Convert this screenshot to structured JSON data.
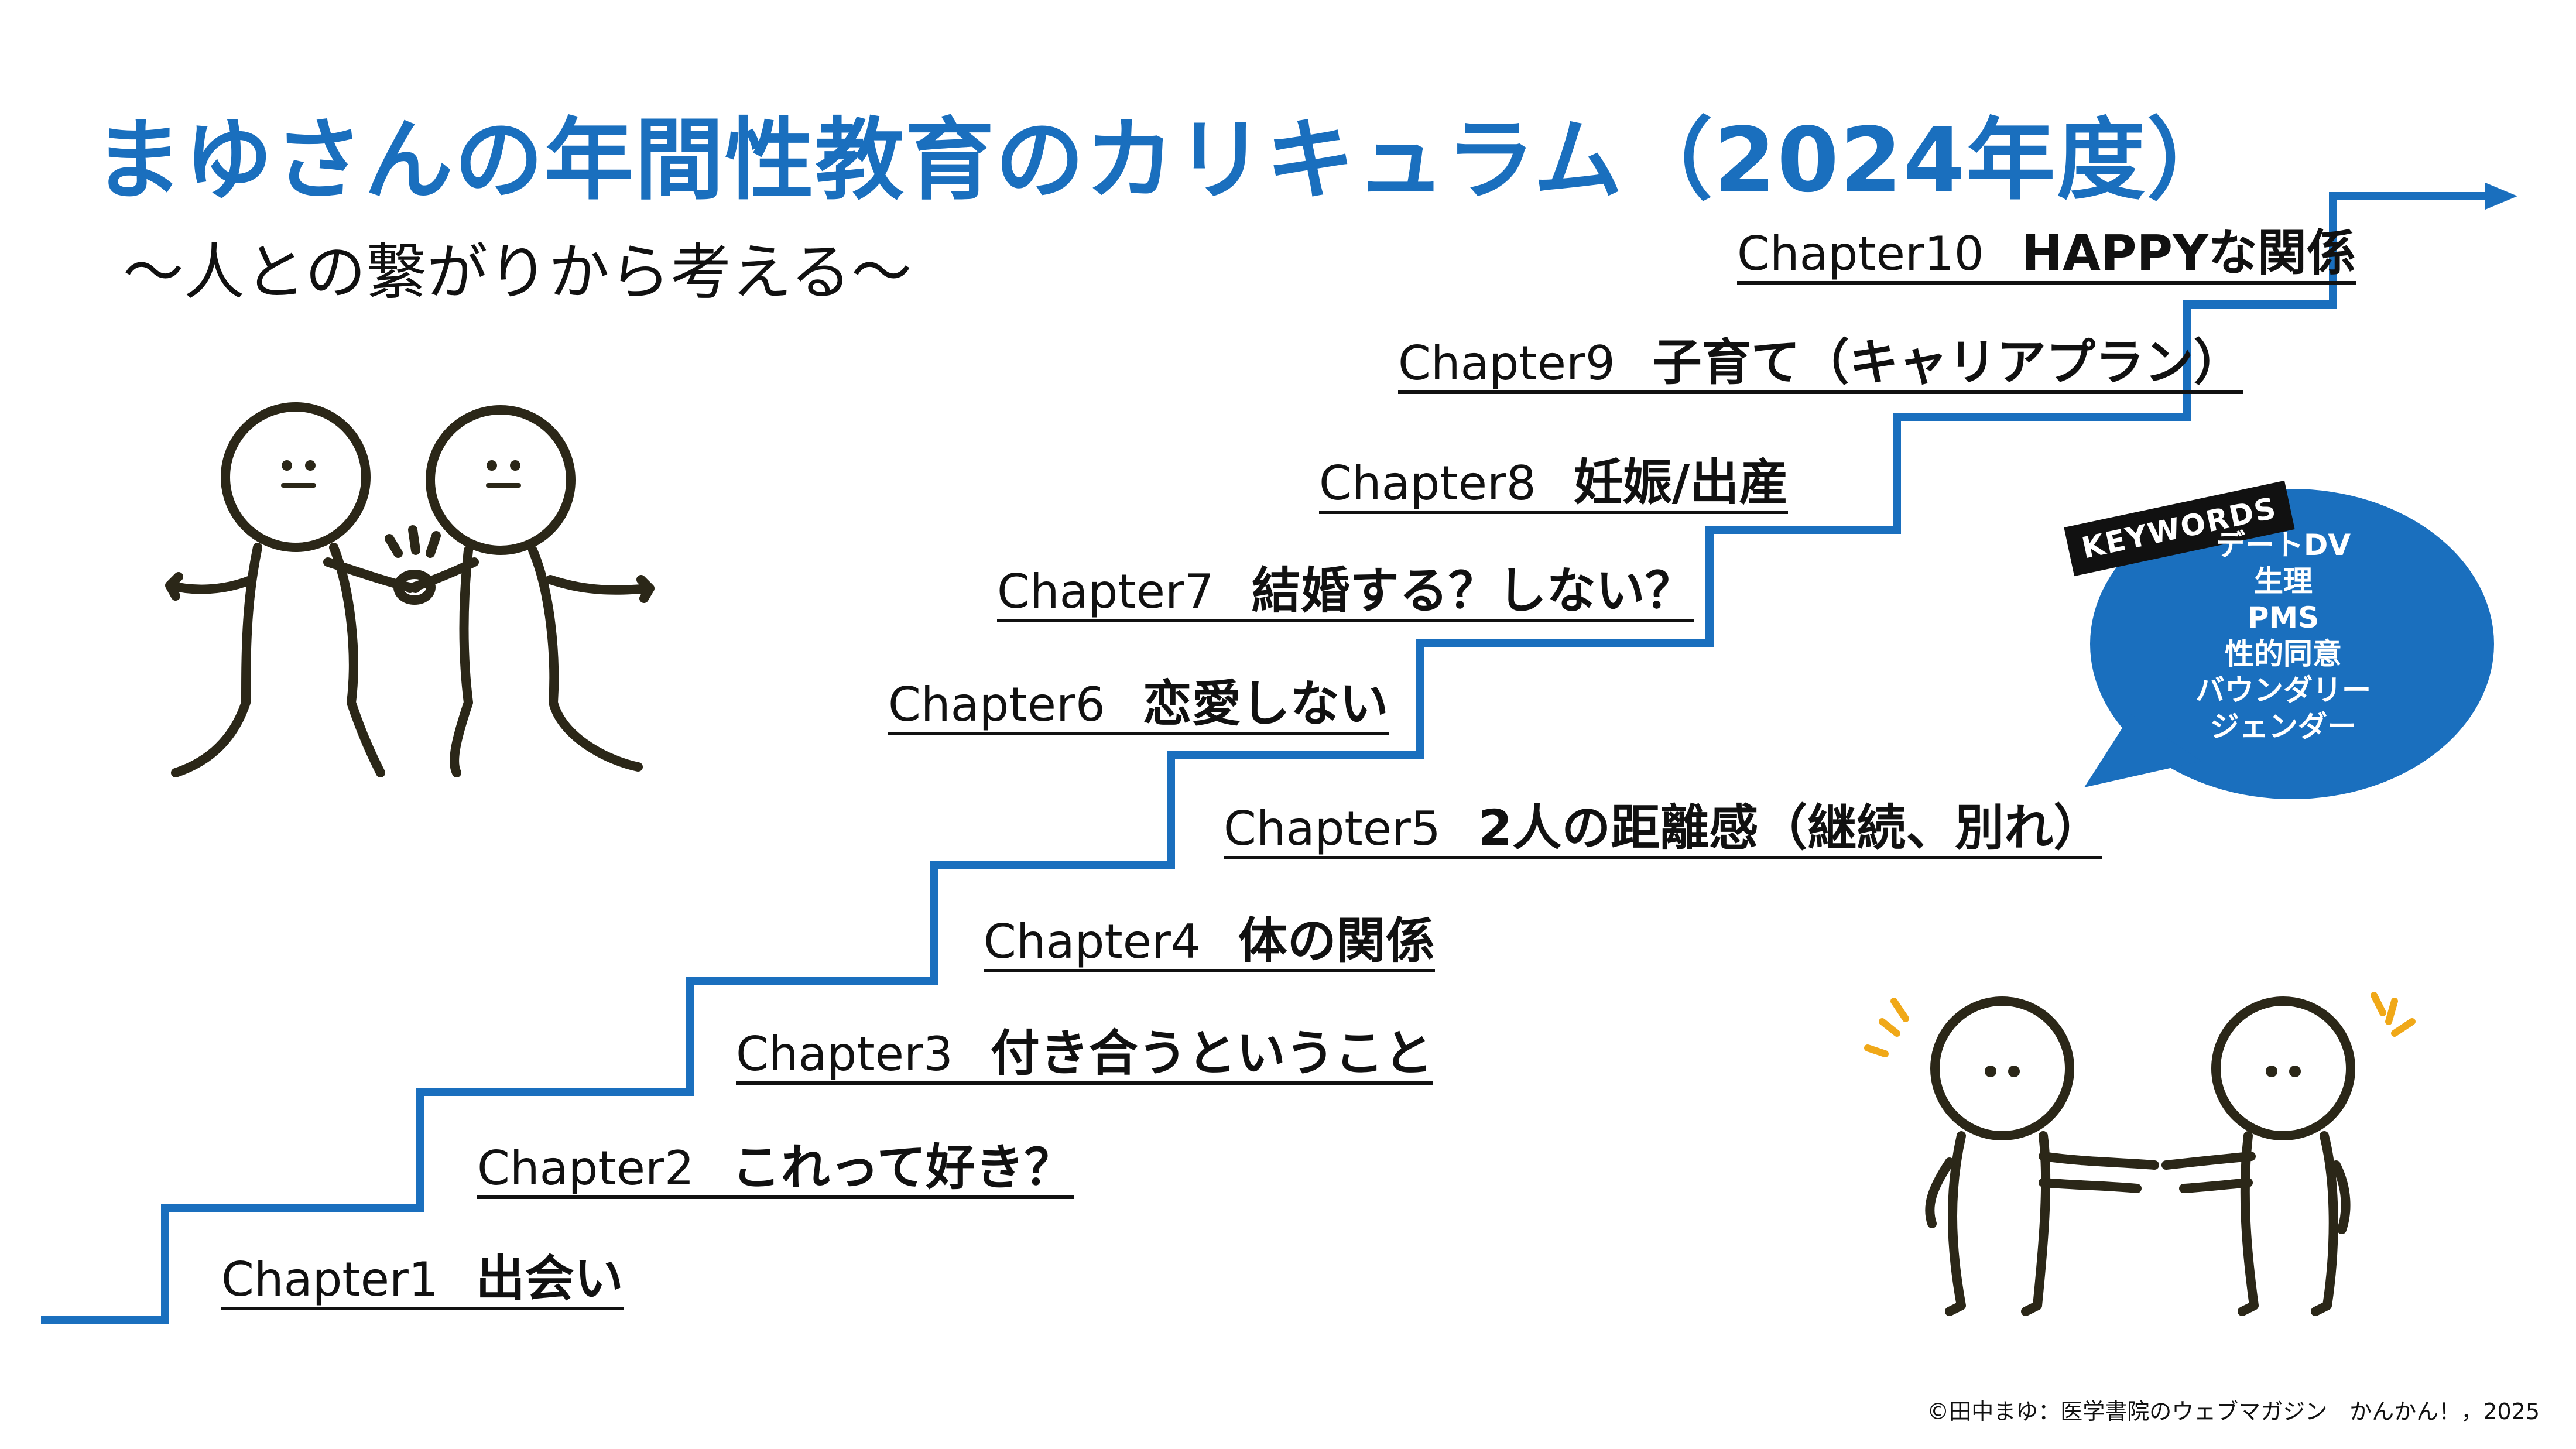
{
  "title": "まゆさんの年間性教育のカリキュラム（2024年度）",
  "subtitle": "～人との繋がりから考える～",
  "chapters": [
    {
      "label": "Chapter1",
      "name": "出会い"
    },
    {
      "label": "Chapter2",
      "name": "これって好き？"
    },
    {
      "label": "Chapter3",
      "name": "付き合うということ"
    },
    {
      "label": "Chapter4",
      "name": "体の関係"
    },
    {
      "label": "Chapter5",
      "name": "2人の距離感（継続、別れ）"
    },
    {
      "label": "Chapter6",
      "name": "恋愛しない"
    },
    {
      "label": "Chapter7",
      "name": "結婚する？しない？"
    },
    {
      "label": "Chapter8",
      "name": "妊娠/出産"
    },
    {
      "label": "Chapter9",
      "name": "子育て（キャリアプラン）"
    },
    {
      "label": "Chapter10",
      "name": "HAPPYな関係"
    }
  ],
  "keywords": {
    "tag": "KEYWORDS",
    "items": [
      "デートDV",
      "生理",
      "PMS",
      "性的同意",
      "バウンダリー",
      "ジェンダー"
    ]
  },
  "credit": "©田中まゆ：医学書院のウェブマガジン　かんかん！，2025",
  "colors": {
    "accent": "#1a6fbe",
    "bubble": "#1a6fbe",
    "figure_stroke": "#2b2718",
    "spark": "#f0a818"
  },
  "icons": {
    "stairs": "staircase-line",
    "arrow": "arrow-right-icon",
    "figures_left": "two-figures-holding-hands-icon",
    "figures_right": "two-figures-reaching-icon"
  }
}
